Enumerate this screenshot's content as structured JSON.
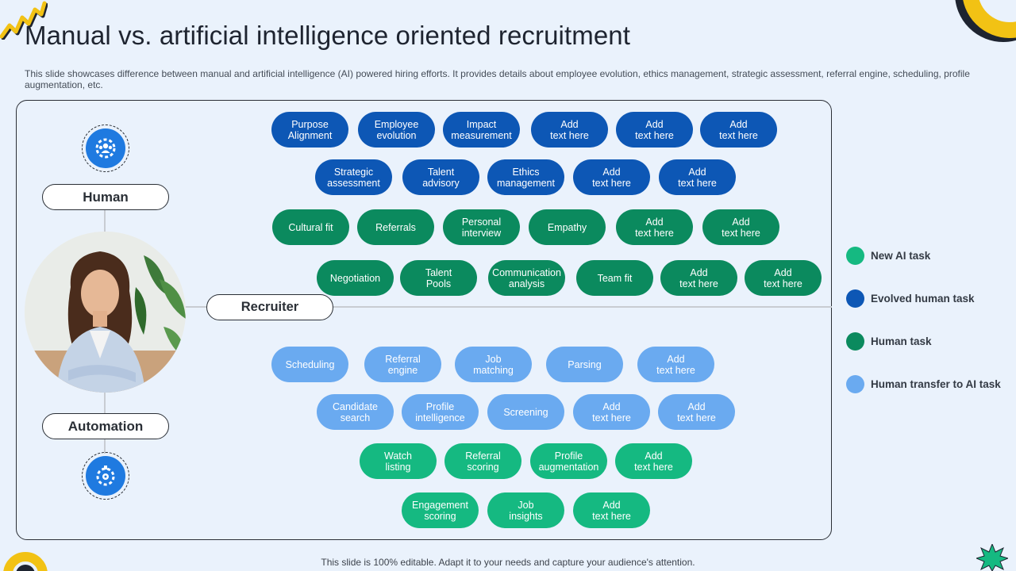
{
  "title": "Manual vs. artificial intelligence oriented recruitment",
  "subtitle": "This slide showcases difference between manual and artificial intelligence (AI) powered hiring efforts. It provides details about employee evolution, ethics management, strategic assessment, referral engine, scheduling, profile augmentation, etc.",
  "roles": {
    "human": "Human",
    "recruiter": "Recruiter",
    "automation": "Automation"
  },
  "icons": {
    "human": "people-gear-icon",
    "automation": "robot-gear-icon"
  },
  "colors": {
    "new_ai_task": "#15b981",
    "evolved_human_task": "#0d57b5",
    "human_task": "#0b8a5e",
    "human_transfer_to_ai_task": "#6aaaf0",
    "accent_yellow": "#f2c214"
  },
  "pills": [
    {
      "text": "Purpose\nAlignment",
      "type": "evolved"
    },
    {
      "text": "Employee\nevolution",
      "type": "evolved"
    },
    {
      "text": "Impact\nmeasurement",
      "type": "evolved"
    },
    {
      "text": "Add\ntext here",
      "type": "evolved"
    },
    {
      "text": "Add\ntext here",
      "type": "evolved"
    },
    {
      "text": "Add\ntext here",
      "type": "evolved"
    },
    {
      "text": "Strategic\nassessment",
      "type": "evolved"
    },
    {
      "text": "Talent\nadvisory",
      "type": "evolved"
    },
    {
      "text": "Ethics\nmanagement",
      "type": "evolved"
    },
    {
      "text": "Add\ntext here",
      "type": "evolved"
    },
    {
      "text": "Add\ntext here",
      "type": "evolved"
    },
    {
      "text": "Cultural fit",
      "type": "human"
    },
    {
      "text": "Referrals",
      "type": "human"
    },
    {
      "text": "Personal\ninterview",
      "type": "human"
    },
    {
      "text": "Empathy",
      "type": "human"
    },
    {
      "text": "Add\ntext here",
      "type": "human"
    },
    {
      "text": "Add\ntext here",
      "type": "human"
    },
    {
      "text": "Negotiation",
      "type": "human"
    },
    {
      "text": "Talent\nPools",
      "type": "human"
    },
    {
      "text": "Communication\nanalysis",
      "type": "human"
    },
    {
      "text": "Team fit",
      "type": "human"
    },
    {
      "text": "Add\ntext here",
      "type": "human"
    },
    {
      "text": "Add\ntext here",
      "type": "human"
    },
    {
      "text": "Scheduling",
      "type": "transfer"
    },
    {
      "text": "Referral\nengine",
      "type": "transfer"
    },
    {
      "text": "Job\nmatching",
      "type": "transfer"
    },
    {
      "text": "Parsing",
      "type": "transfer"
    },
    {
      "text": "Add\ntext here",
      "type": "transfer"
    },
    {
      "text": "Candidate\nsearch",
      "type": "transfer"
    },
    {
      "text": "Profile\nintelligence",
      "type": "transfer"
    },
    {
      "text": "Screening",
      "type": "transfer"
    },
    {
      "text": "Add\ntext here",
      "type": "transfer"
    },
    {
      "text": "Add\ntext here",
      "type": "transfer"
    },
    {
      "text": "Watch\nlisting",
      "type": "newai"
    },
    {
      "text": "Referral\nscoring",
      "type": "newai"
    },
    {
      "text": "Profile\naugmentation",
      "type": "newai"
    },
    {
      "text": "Add\ntext here",
      "type": "newai"
    },
    {
      "text": "Engagement\nscoring",
      "type": "newai"
    },
    {
      "text": "Job\ninsights",
      "type": "newai"
    },
    {
      "text": "Add\ntext here",
      "type": "newai"
    }
  ],
  "legend": [
    {
      "label": "New AI task",
      "color": "#15b981"
    },
    {
      "label": "Evolved human task",
      "color": "#0d57b5"
    },
    {
      "label": "Human task",
      "color": "#0b8a5e"
    },
    {
      "label": "Human transfer to AI task",
      "color": "#6aaaf0"
    }
  ],
  "footer": "This slide is 100% editable. Adapt it to your needs and capture your audience's attention."
}
